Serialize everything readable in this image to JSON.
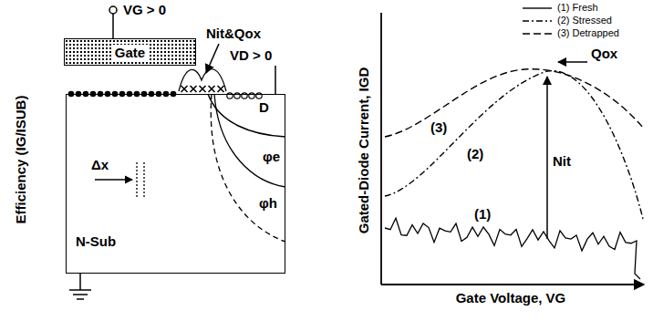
{
  "diagram": {
    "nodes": [
      {
        "text": [
          "Gate"
        ]
      },
      {
        "text": [
          "N-Sub"
        ]
      },
      {
        "text": [
          "D"
        ],
        "in": 1
      }
    ],
    "labels": [
      "Efficiency (IG/ISUB)",
      "VG > 0",
      "Nit&Qox",
      "VD > 0",
      "Δx",
      "φe",
      "φh",
      "Gated-Diode Current, IGD",
      "Gate Voltage, VG",
      "Qox",
      "Nit",
      "(1)",
      "(2)",
      "(3)"
    ],
    "legend": [
      {
        "text": "(1) Fresh"
      },
      {
        "text": "(2) Stressed"
      },
      {
        "text": "(3) Detrapped"
      }
    ]
  }
}
